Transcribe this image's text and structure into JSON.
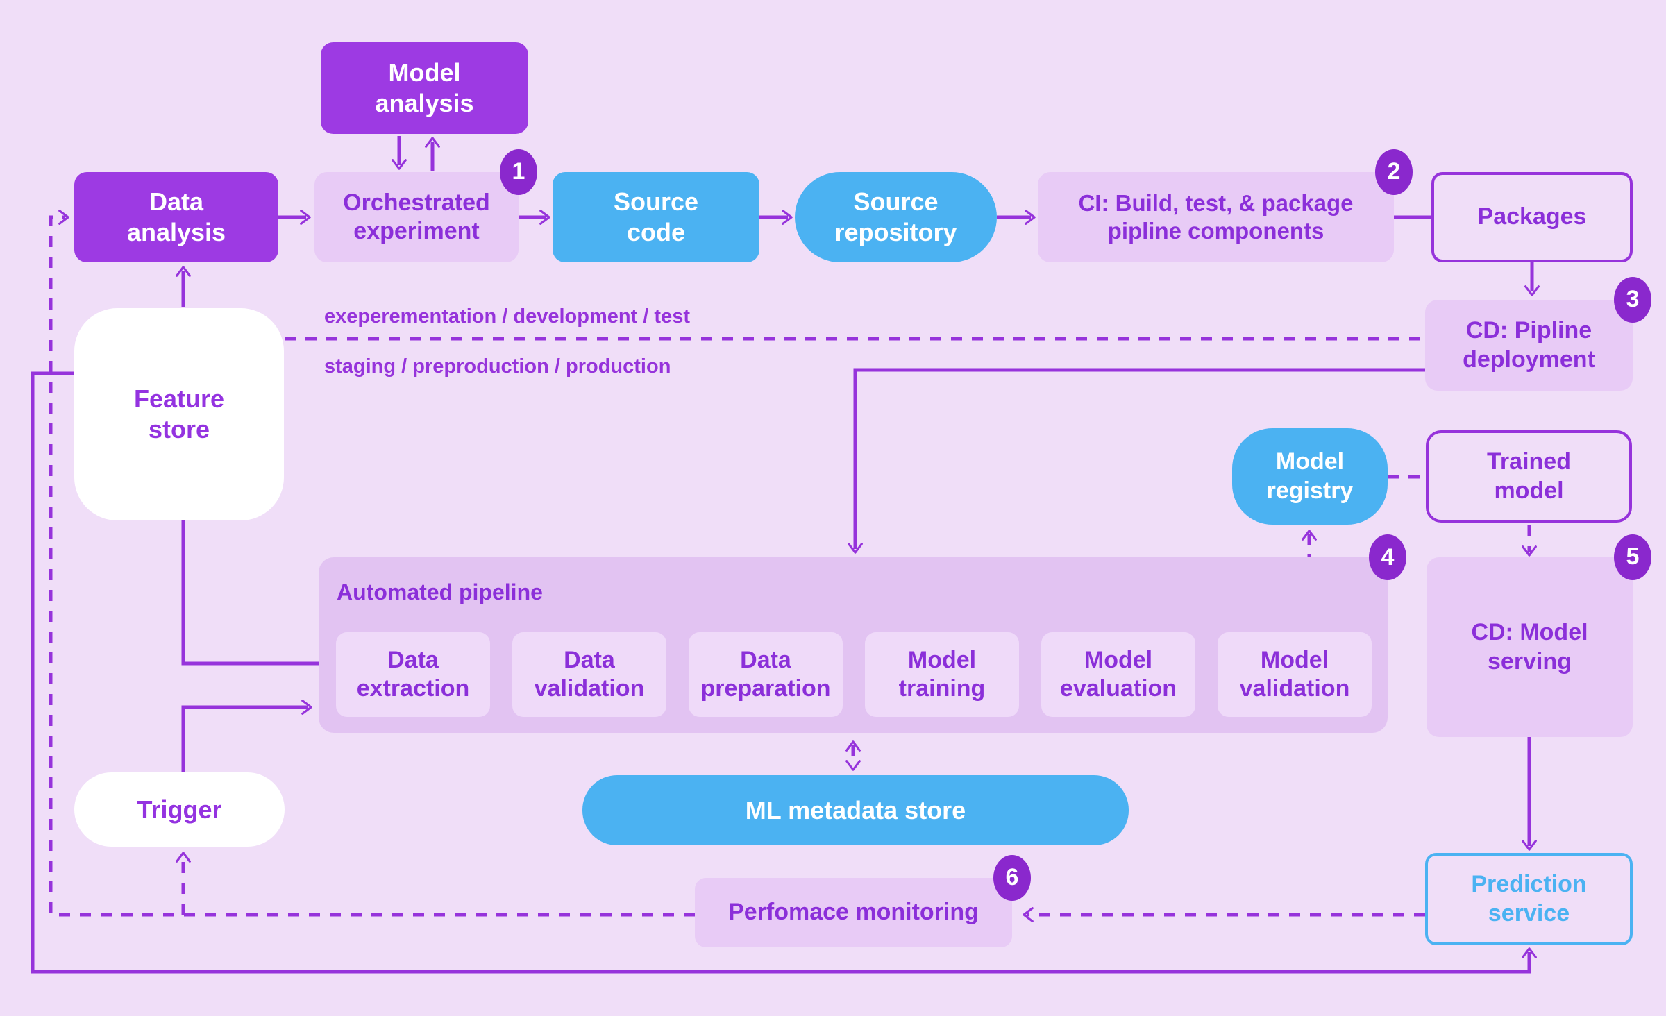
{
  "nodes": {
    "model_analysis": {
      "label": "Model analysis"
    },
    "data_analysis": {
      "label": "Data analysis"
    },
    "orchestrated_experiment": {
      "label": "Orchestrated experiment",
      "badge": "1"
    },
    "source_code": {
      "label": "Source code"
    },
    "source_repository": {
      "label": "Source repository"
    },
    "ci_build_test_package": {
      "label": "CI: Build, test, & package pipline components",
      "badge": "2"
    },
    "packages": {
      "label": "Packages"
    },
    "cd_pipeline_deployment": {
      "label": "CD: Pipline deployment",
      "badge": "3"
    },
    "feature_store": {
      "label": "Feature store"
    },
    "model_registry": {
      "label": "Model registry"
    },
    "trained_model": {
      "label": "Trained model"
    },
    "automated_pipeline": {
      "label": "Automated pipeline",
      "badge": "4",
      "steps": [
        "Data extraction",
        "Data validation",
        "Data preparation",
        "Model training",
        "Model evaluation",
        "Model validation"
      ]
    },
    "cd_model_serving": {
      "label": "CD: Model serving",
      "badge": "5"
    },
    "ml_metadata_store": {
      "label": "ML metadata store"
    },
    "trigger": {
      "label": "Trigger"
    },
    "performance_monitoring": {
      "label": "Perfomace monitoring",
      "badge": "6"
    },
    "prediction_service": {
      "label": "Prediction service"
    }
  },
  "edge_labels": {
    "experimentation": "exeperementation / development / test",
    "staging": "staging / preproduction / production"
  },
  "colors": {
    "background": "#f0def8",
    "purple_node": "#9d3ae3",
    "lavender_node": "#e8cbf6",
    "pipeline_container": "#e2c3f2",
    "pipeline_step": "#efdaf9",
    "blue_node": "#4bb2f2",
    "white_node": "#ffffff",
    "purple_text": "#8b2fd9",
    "connector": "#9633db",
    "badge": "#8a28cd"
  }
}
